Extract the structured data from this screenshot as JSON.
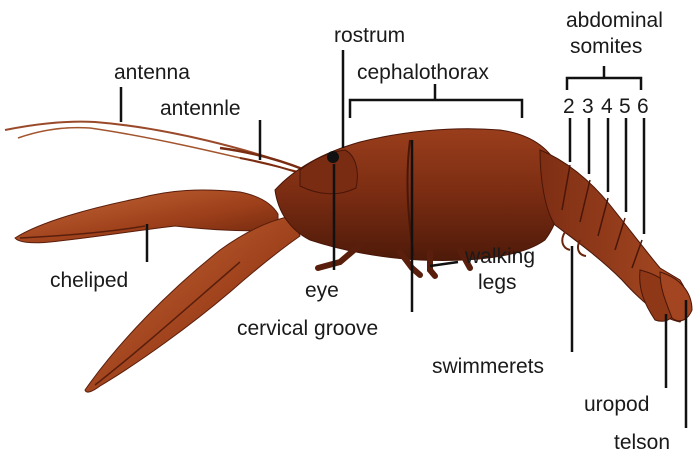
{
  "labels": {
    "antenna": "antenna",
    "antennle": "antennle",
    "rostrum": "rostrum",
    "cephalothorax": "cephalothorax",
    "abdominal_somites_line1": "abdominal",
    "abdominal_somites_line2": "somites",
    "somite_numbers": [
      "2",
      "3",
      "4",
      "5",
      "6"
    ],
    "cheliped": "cheliped",
    "eye": "eye",
    "cervical_groove": "cervical groove",
    "walking_legs_line1": "walking",
    "walking_legs_line2": "legs",
    "swimmerets": "swimmerets",
    "uropod": "uropod",
    "telson": "telson"
  },
  "colors": {
    "label_text": "#1a1a1a",
    "leader_lines": "#111111",
    "body_dark": "#5a1e0c",
    "body_mid": "#8a3418",
    "body_light": "#b5532a",
    "background": "#ffffff"
  }
}
